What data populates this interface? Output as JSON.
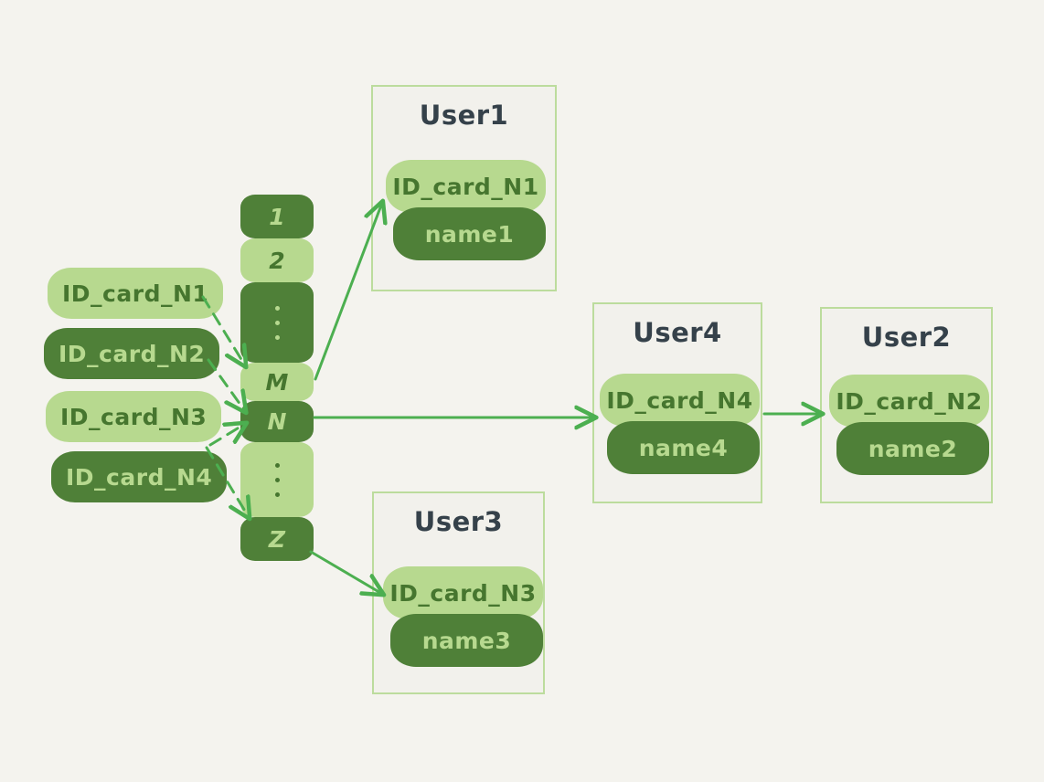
{
  "diagram": {
    "title": "hash-table-user-lookup",
    "background_color": "#f4f3ee",
    "colors": {
      "light_green": "#b7d98f",
      "dark_green": "#4f8038",
      "arrow_green": "#4caf50",
      "card_border": "#bcdc9d",
      "title_text": "#35414a"
    }
  },
  "id_card_stack": {
    "items": [
      {
        "label": "ID_card_N1",
        "tone": "light"
      },
      {
        "label": "ID_card_N2",
        "tone": "dark"
      },
      {
        "label": "ID_card_N3",
        "tone": "light"
      },
      {
        "label": "ID_card_N4",
        "tone": "dark"
      }
    ]
  },
  "hash_buckets": {
    "items": [
      {
        "label": "1",
        "tone": "dark",
        "kind": "text"
      },
      {
        "label": "2",
        "tone": "light",
        "kind": "text"
      },
      {
        "label": "",
        "tone": "dark",
        "kind": "dots"
      },
      {
        "label": "M",
        "tone": "light",
        "kind": "text"
      },
      {
        "label": "N",
        "tone": "dark",
        "kind": "text"
      },
      {
        "label": "",
        "tone": "light",
        "kind": "dots"
      },
      {
        "label": "Z",
        "tone": "dark",
        "kind": "text"
      }
    ]
  },
  "cards": [
    {
      "title": "User1",
      "id_card": "ID_card_N1",
      "name": "name1"
    },
    {
      "title": "User4",
      "id_card": "ID_card_N4",
      "name": "name4"
    },
    {
      "title": "User2",
      "id_card": "ID_card_N2",
      "name": "name2"
    },
    {
      "title": "User3",
      "id_card": "ID_card_N3",
      "name": "name3"
    }
  ],
  "edges": [
    {
      "from": "ID_card_N1",
      "to": "bucket-M",
      "style": "dashed"
    },
    {
      "from": "ID_card_N2",
      "to": "bucket-N",
      "style": "dashed"
    },
    {
      "from": "ID_card_N3",
      "to": "bucket-N",
      "style": "dashed"
    },
    {
      "from": "ID_card_N4",
      "to": "bucket-Z",
      "style": "dashed"
    },
    {
      "from": "bucket-M",
      "to": "User1",
      "style": "solid"
    },
    {
      "from": "bucket-N",
      "to": "User4",
      "style": "solid"
    },
    {
      "from": "bucket-Z",
      "to": "User3",
      "style": "solid"
    },
    {
      "from": "User4",
      "to": "User2",
      "style": "solid"
    }
  ]
}
